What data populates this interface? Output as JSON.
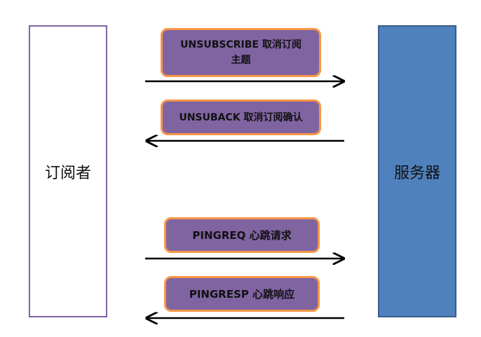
{
  "actors": {
    "left": "订阅者",
    "right": "服务器"
  },
  "messages": [
    {
      "line1": "UNSUBSCRIBE 取消订阅",
      "line2": "主题",
      "direction": "to-server"
    },
    {
      "line1": "UNSUBACK 取消订阅确认",
      "line2": "",
      "direction": "to-subscriber"
    },
    {
      "line1": "PINGREQ  心跳请求",
      "line2": "",
      "direction": "to-server"
    },
    {
      "line1": "PINGRESP  心跳响应",
      "line2": "",
      "direction": "to-subscriber"
    }
  ],
  "colors": {
    "message_fill": "#8064a2",
    "message_border": "#f79646",
    "server_fill": "#4f81bd",
    "subscriber_border": "#8064a2"
  }
}
